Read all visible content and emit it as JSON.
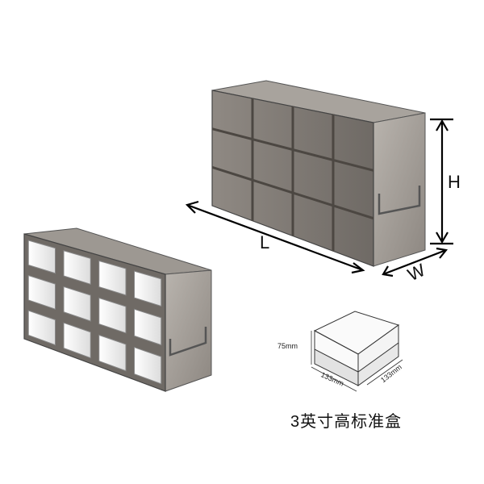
{
  "dimensions": {
    "height_label": "H",
    "length_label": "L",
    "width_label": "W"
  },
  "box": {
    "height": "75mm",
    "length": "133mm",
    "width": "133mm",
    "caption": "3英寸高标准盒"
  },
  "colors": {
    "steel": "#8a847e",
    "steel_dark": "#5e5853",
    "steel_light": "#b0aba5",
    "drawer": "#f4f4f4",
    "box_bottom": "#d9d9d9"
  }
}
